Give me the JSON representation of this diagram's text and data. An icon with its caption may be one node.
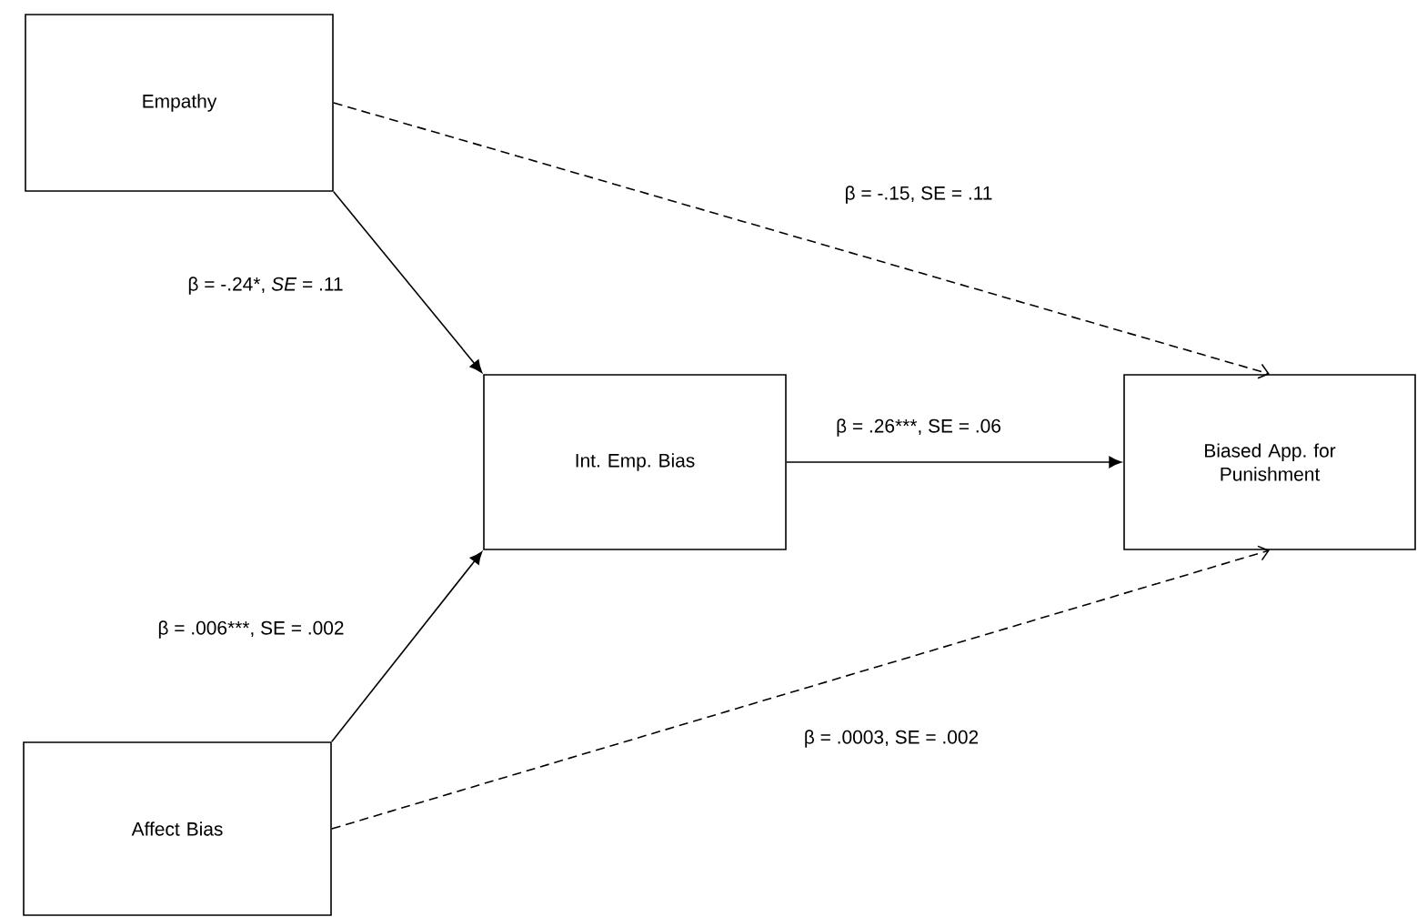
{
  "diagram": {
    "nodes": [
      {
        "text": [
          "Empathy"
        ]
      },
      {
        "text": [
          "Int. Emp. Bias"
        ]
      },
      {
        "text": [
          "Biased App. for Punishment"
        ]
      },
      {
        "text": [
          "Affect Bias"
        ]
      }
    ],
    "edges": [
      {
        "from": 0,
        "to": 1,
        "arrow": "to",
        "label": "β = -.24*, *SE* = .11"
      },
      {
        "from": 0,
        "to": 2,
        "arrow": "to",
        "style": "dashed",
        "label": "β = -.15, SE = .11"
      },
      {
        "from": 1,
        "to": 2,
        "arrow": "to",
        "label": "β = .26***, SE = .06"
      },
      {
        "from": 3,
        "to": 1,
        "arrow": "to",
        "label": "β = .006***, SE = .002"
      },
      {
        "from": 3,
        "to": 2,
        "arrow": "to",
        "style": "dashed",
        "label": "β = .0003, SE = .002"
      }
    ]
  }
}
